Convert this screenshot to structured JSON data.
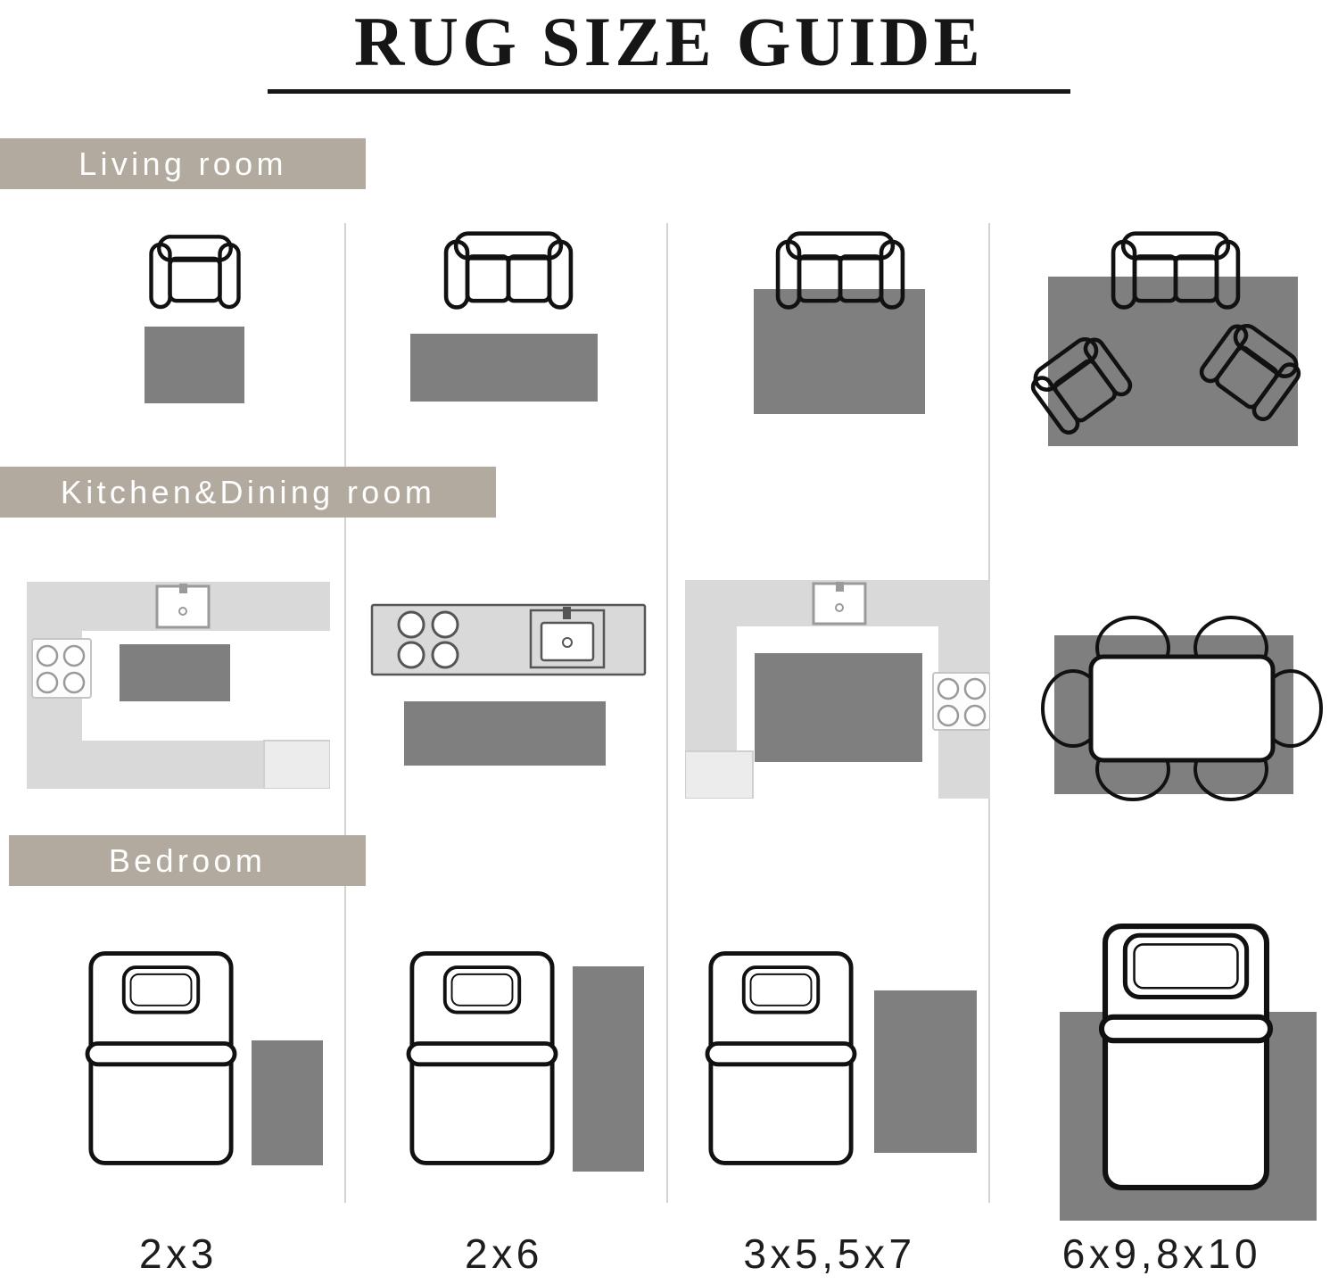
{
  "title": "RUG SIZE GUIDE",
  "sections": {
    "living": "Living room",
    "kitchen": "Kitchen&Dining room",
    "bedroom": "Bedroom"
  },
  "sizes": [
    "2x3",
    "2x6",
    "3x5,5x7",
    "6x9,8x10"
  ],
  "icons": {
    "sofa": "sofa-icon",
    "armchair": "armchair-icon",
    "bed": "bed-icon",
    "dining_table": "dining-table-icon",
    "sink": "sink-icon",
    "stove": "stove-icon",
    "rug": "rug-swatch"
  },
  "colors": {
    "rug": "#7f7f7f",
    "counter": "#d9d9d9",
    "counter_light": "#ececec",
    "section_bg": "#b2aa9f",
    "ink": "#161616",
    "divider": "#d6d3cf"
  }
}
